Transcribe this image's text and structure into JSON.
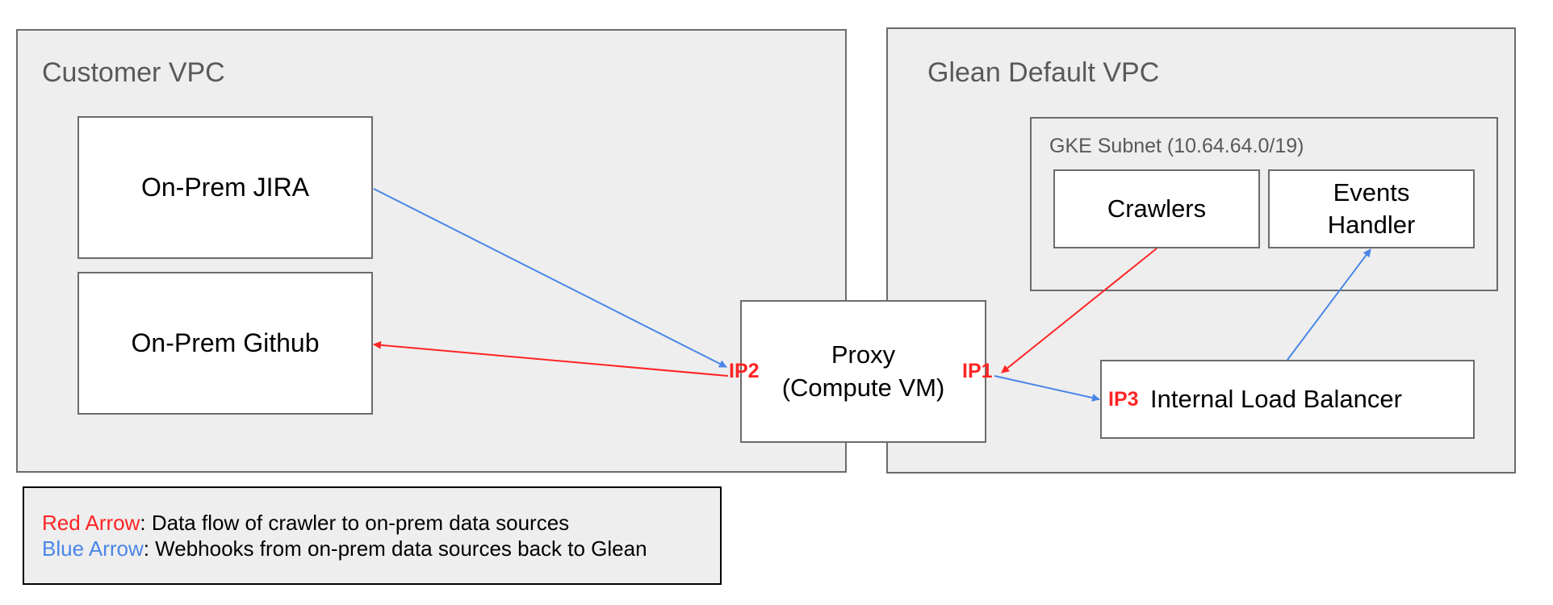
{
  "vpcs": {
    "customer": {
      "title": "Customer VPC"
    },
    "glean": {
      "title": "Glean Default VPC"
    }
  },
  "subnet": {
    "title": "GKE Subnet (10.64.64.0/19)"
  },
  "nodes": {
    "jira": "On-Prem JIRA",
    "github": "On-Prem Github",
    "proxy": {
      "line1": "Proxy",
      "line2": "(Compute VM)"
    },
    "crawlers": "Crawlers",
    "events": {
      "line1": "Events",
      "line2": "Handler"
    },
    "ilb": "Internal Load Balancer"
  },
  "ips": {
    "ip1": "IP1",
    "ip2": "IP2",
    "ip3": "IP3"
  },
  "legend": {
    "red": {
      "label": "Red Arrow",
      "text": ": Data flow of crawler to on-prem data sources"
    },
    "blue": {
      "label": "Blue Arrow",
      "text": ": Webhooks from on-prem data sources back to Glean"
    }
  },
  "colors": {
    "red": "#ff2424",
    "blue": "#4a86e8",
    "border": "#6b6b6b",
    "fill": "#eeeeee"
  }
}
